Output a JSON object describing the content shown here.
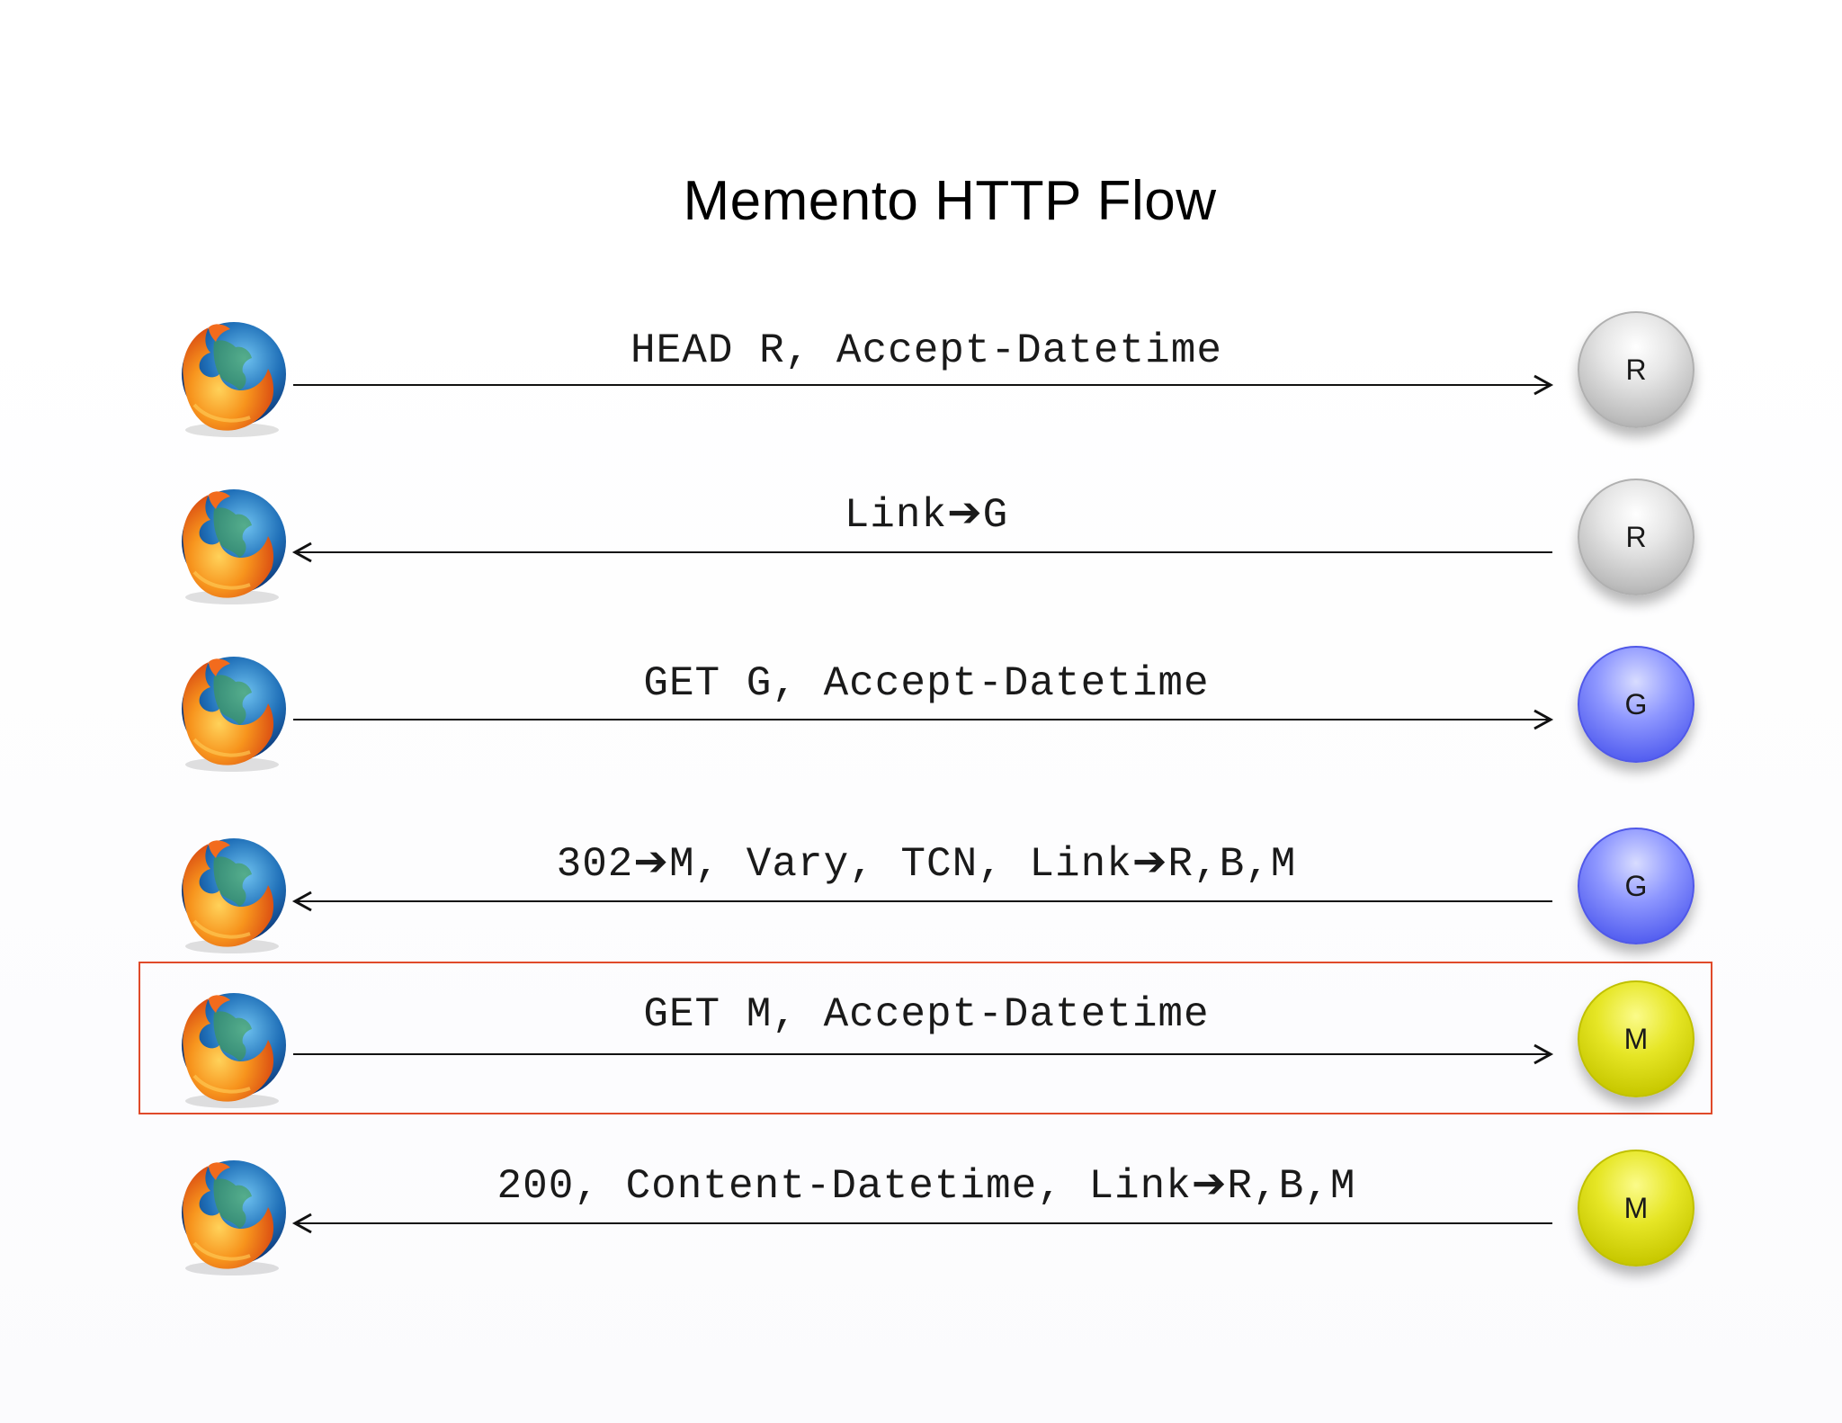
{
  "title": "Memento HTTP Flow",
  "colors": {
    "highlight": "#e04a2a",
    "server_gray": "#bdbdbd",
    "server_blue": "#5560f0",
    "server_yellow": "#d4d400"
  },
  "steps": [
    {
      "message": "HEAD R, Accept-Datetime",
      "direction": "to-server",
      "server": "R",
      "server_color": "gray"
    },
    {
      "message": "Link➔G",
      "direction": "to-client",
      "server": "R",
      "server_color": "gray"
    },
    {
      "message": "GET G, Accept-Datetime",
      "direction": "to-server",
      "server": "G",
      "server_color": "blue"
    },
    {
      "message": "302➔M, Vary, TCN, Link➔R,B,M",
      "direction": "to-client",
      "server": "G",
      "server_color": "blue"
    },
    {
      "message": "GET M, Accept-Datetime",
      "direction": "to-server",
      "server": "M",
      "server_color": "yellow",
      "highlighted": true
    },
    {
      "message": "200, Content-Datetime, Link➔R,B,M",
      "direction": "to-client",
      "server": "M",
      "server_color": "yellow"
    }
  ],
  "icons": {
    "client": "firefox-browser-icon",
    "arrow_right": "arrow-right-icon",
    "arrow_left": "arrow-left-icon"
  }
}
